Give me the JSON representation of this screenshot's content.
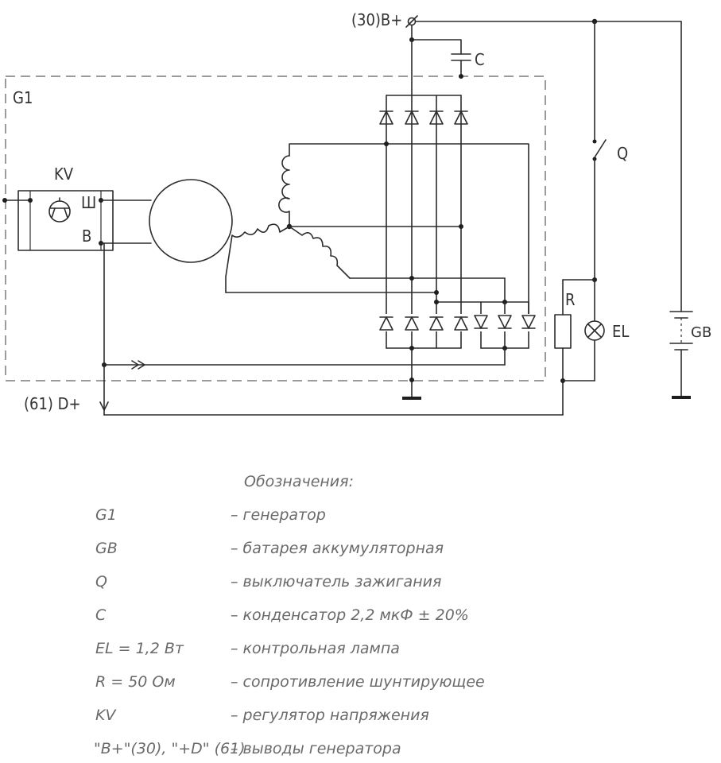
{
  "diagram": {
    "labels": {
      "b_plus": "(30)B+",
      "c": "C",
      "g1": "G1",
      "kv": "KV",
      "sh": "Ш",
      "b": "В",
      "q": "Q",
      "r": "R",
      "el": "EL",
      "gb": "GB",
      "d_plus": "(61) D+"
    }
  },
  "legend": {
    "title": "Обозначения:",
    "rows": [
      {
        "key": "G1",
        "desc": "– генератор"
      },
      {
        "key": "GB",
        "desc": "– батарея аккумуляторная"
      },
      {
        "key": "Q",
        "desc": "– выключатель зажигания"
      },
      {
        "key": "C",
        "desc": "– конденсатор 2,2 мкФ ± 20%"
      },
      {
        "key": "EL = 1,2 Вт",
        "desc": "– контрольная лампа"
      },
      {
        "key": "R = 50 Ом",
        "desc": "– сопротивление шунтирующее"
      },
      {
        "key": "KV",
        "desc": "– регулятор напряжения"
      },
      {
        "key": "\"В+\"(30), \"+D\" (61)",
        "desc": "– выводы генератора"
      }
    ]
  }
}
